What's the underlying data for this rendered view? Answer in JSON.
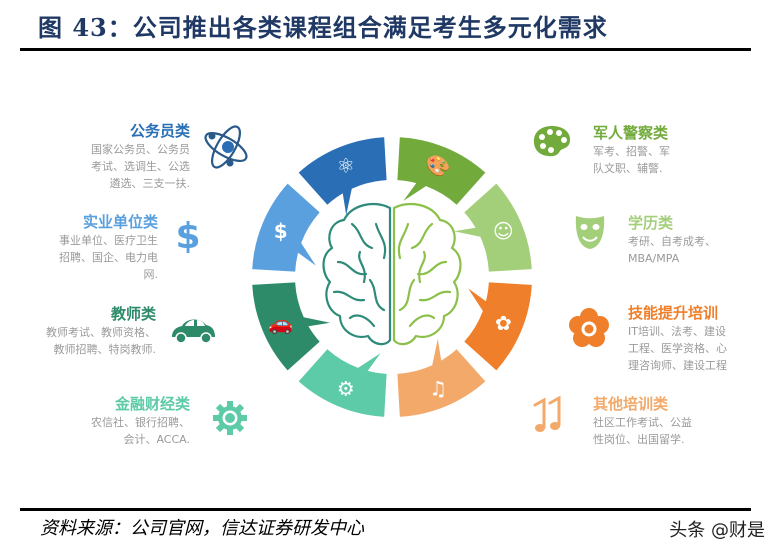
{
  "header": {
    "title": "图 43：公司推出各类课程组合满足考生多元化需求"
  },
  "footer": {
    "source": "资料来源：公司官网，信达证券研发中心",
    "watermark": "头条 @财是"
  },
  "categories": [
    {
      "id": "civil-servant",
      "title": "公务员类",
      "desc_lines": [
        "国家公务员、公务员",
        "考试、选调生、公选",
        "遴选、三支一扶."
      ],
      "icon": "atom-icon",
      "color": "#2a6fb5",
      "side": "left"
    },
    {
      "id": "public-institution",
      "title": "实业单位类",
      "desc_lines": [
        "事业单位、医疗卫生",
        "招聘、国企、电力电",
        "网."
      ],
      "icon": "dollar-icon",
      "color": "#5aa0de",
      "side": "left"
    },
    {
      "id": "teacher",
      "title": "教师类",
      "desc_lines": [
        "教师考试、教师资格、",
        "教师招聘、特岗教师."
      ],
      "icon": "car-icon",
      "color": "#2e8b6a",
      "side": "left"
    },
    {
      "id": "finance",
      "title": "金融财经类",
      "desc_lines": [
        "农信社、银行招聘、",
        "会计、ACCA."
      ],
      "icon": "gear-icon",
      "color": "#5ecba8",
      "side": "left"
    },
    {
      "id": "military-police",
      "title": "军人警察类",
      "desc_lines": [
        "军考、招警、军",
        "队文职、辅警."
      ],
      "icon": "palette-icon",
      "color": "#72aa3c",
      "side": "right"
    },
    {
      "id": "academic",
      "title": "学历类",
      "desc_lines": [
        "考研、自考成考、",
        "MBA/MPA"
      ],
      "icon": "mask-icon",
      "color": "#a4cf7a",
      "side": "right"
    },
    {
      "id": "skills",
      "title": "技能提升培训",
      "desc_lines": [
        "IT培训、法考、建设",
        "工程、医学资格、心",
        "理咨询师、建设工程"
      ],
      "icon": "flower-icon",
      "color": "#ef7f2a",
      "side": "right"
    },
    {
      "id": "other",
      "title": "其他培训类",
      "desc_lines": [
        "社区工作考试、公益",
        "性岗位、出国留学."
      ],
      "icon": "music-note-icon",
      "color": "#f2a96a",
      "side": "right"
    }
  ],
  "center": {
    "icon": "brain-icon",
    "left_color": "#2e8b7a",
    "right_color": "#8cc04a"
  }
}
